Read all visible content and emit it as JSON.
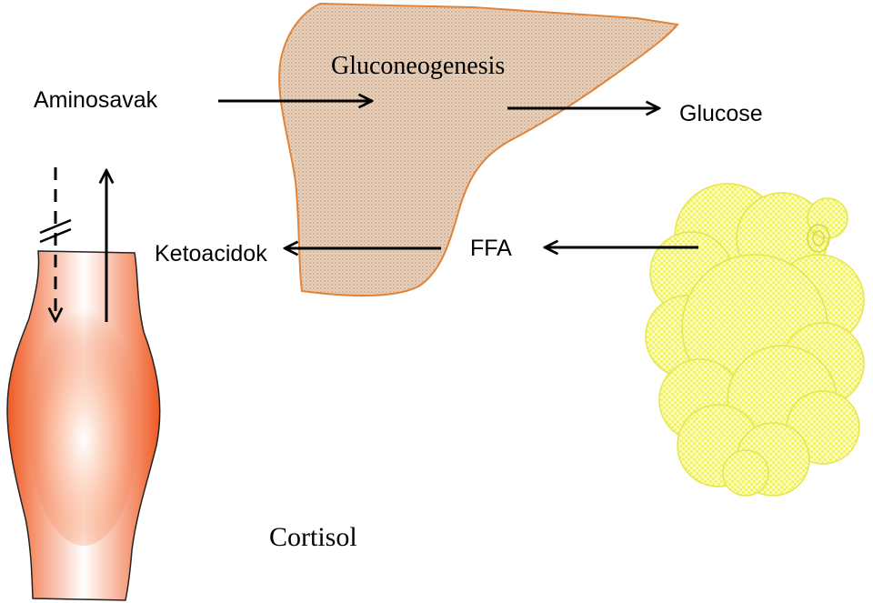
{
  "labels": {
    "gluconeogenesis": "Gluconeogenesis",
    "aminosavak": "Aminosavak",
    "glucose": "Glucose",
    "ketoacidok": "Ketoacidok",
    "ffa": "FFA",
    "cortisol": "Cortisol"
  },
  "colors": {
    "liver_fill": "#e3c5a8",
    "liver_stroke": "#e0843a",
    "fat_fill": "#fbfbb8",
    "fat_stroke": "#e6e64a",
    "muscle_dark": "#f0602a",
    "muscle_light": "#ffffff",
    "arrow": "#000000"
  },
  "icons": {
    "liver": "liver-shape",
    "adipose": "adipose-tissue-shape",
    "muscle": "muscle-shape"
  }
}
